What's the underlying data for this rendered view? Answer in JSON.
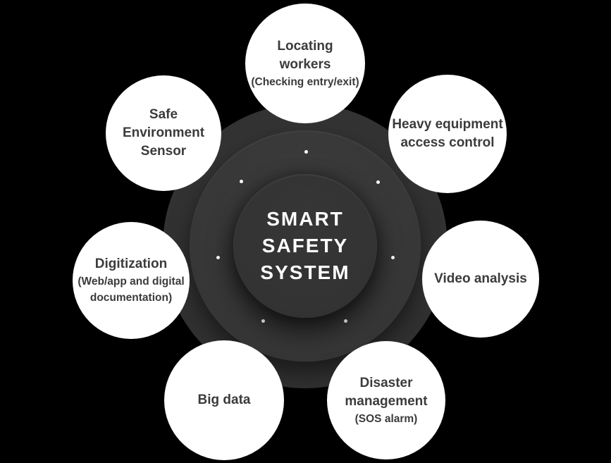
{
  "diagram_title": "SMART SAFETY SYSTEM",
  "center": {
    "title_lines": [
      "SMART",
      "SAFETY",
      "SYSTEM"
    ],
    "text_color": "#ffffff",
    "outer_ring_color": "#323232",
    "middle_ring_color": "#373737",
    "core_color": "#333333"
  },
  "accents": {
    "background_color": "#000000",
    "node_fill_color": "#ffffff",
    "node_text_color": "#3b3b3b",
    "orbit_dot_color": "#ffffff"
  },
  "nodes": [
    {
      "id": "locating-workers",
      "line1": "Locating",
      "line2": "workers",
      "sub1": "(Checking entry/exit)"
    },
    {
      "id": "safe-environment-sensor",
      "line1": "Safe",
      "line2": "Environment",
      "line3": "Sensor"
    },
    {
      "id": "heavy-equipment-access-control",
      "line1": "Heavy equipment",
      "line2": "access control"
    },
    {
      "id": "digitization",
      "line1": "Digitization",
      "sub1": "(Web/app and digital",
      "sub2": "documentation)"
    },
    {
      "id": "video-analysis",
      "line1": "Video analysis"
    },
    {
      "id": "big-data",
      "line1": "Big data"
    },
    {
      "id": "disaster-management",
      "line1": "Disaster",
      "line2": "management",
      "sub1": "(SOS alarm)"
    }
  ]
}
